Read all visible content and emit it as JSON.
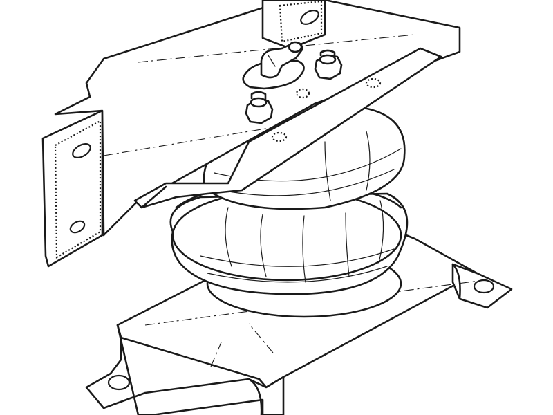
{
  "colors": {
    "line": "#1a1a1a",
    "background": "#ffffff"
  },
  "parts": [
    "lower-mounting-bracket",
    "air-spring-bellows",
    "upper-frame-bracket",
    "air-fitting-elbow",
    "lock-nut",
    "mounting-hole"
  ]
}
